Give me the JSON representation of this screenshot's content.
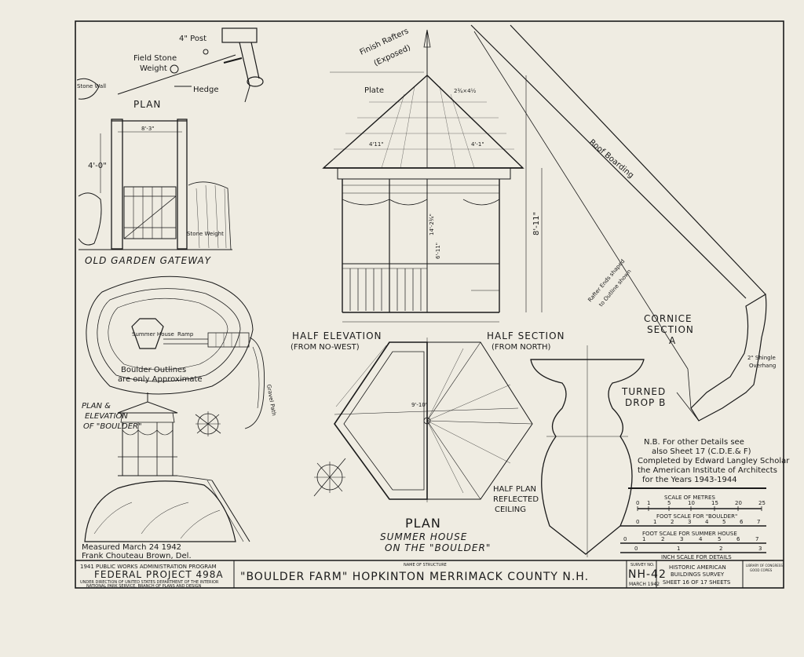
{
  "labels": {
    "post": "4\" Post",
    "field_stone": "Field Stone",
    "weight": "Weight",
    "stone_wall": "Stone Wall",
    "hedge": "Hedge",
    "plan_small": "PLAN",
    "dim_8_3": "8'-3\"",
    "dim_4_0": "4'-0\"",
    "stone_weight": "Stone Weight",
    "gateway_title": "OLD GARDEN GATEWAY",
    "summer_house": "Summer House",
    "ramp": "Ramp",
    "boulder_note_1": "Boulder Outlines",
    "boulder_note_2": "are only Approximate",
    "gravel_path": "Gravel Path",
    "boulder_plan_1": "PLAN &",
    "boulder_plan_2": "ELEVATION",
    "boulder_plan_3": "OF \"BOULDER\"",
    "measured": "Measured March 24 1942",
    "delineator": "Frank Chouteau Brown, Del.",
    "finish_rafters_1": "Finish Rafters",
    "finish_rafters_2": "(Exposed)",
    "plate": "Plate",
    "rafter_size": "2¾×4½",
    "dim_4_11": "4'11\"",
    "dim_4_1": "4'-1\"",
    "dim_6_11": "6'-11\"",
    "dim_14_24": "14'-2¾\"",
    "dim_8_11": "8'-11\"",
    "dim_9_10": "9'-10\"",
    "half_elev_1": "HALF ELEVATION",
    "half_elev_2": "(FROM NO-WEST)",
    "half_sect_1": "HALF SECTION",
    "half_sect_2": "(FROM NORTH)",
    "roof_boarding": "Roof Boarding",
    "rafter_ends_1": "Rafter Ends shaped",
    "rafter_ends_2": "to Outline shown",
    "cornice_1": "CORNICE",
    "cornice_2": "SECTION",
    "cornice_3": "A",
    "shingle_1": "2\" Shingle",
    "shingle_2": "Overhang",
    "turned_drop_1": "TURNED",
    "turned_drop_2": "DROP B",
    "half_plan_1": "HALF PLAN",
    "half_plan_2": "REFLECTED",
    "half_plan_3": "CEILING",
    "plan_main": "PLAN",
    "summer_house_main": "SUMMER HOUSE",
    "on_boulder": "ON THE \"BOULDER\"",
    "nb_1": "N.B. For other Details see",
    "nb_2": "also Sheet 17 (C.D.E.& F)",
    "nb_3": "Completed by Edward Langley Scholar",
    "nb_4": "the American Institute of Architects",
    "nb_5": "for the Years 1943-1944",
    "scale_metres": "SCALE OF METRES",
    "scale_boulder": "FOOT SCALE FOR \"BOULDER\"",
    "scale_summer": "FOOT SCALE FOR SUMMER HOUSE",
    "scale_inch": "INCH SCALE FOR DETAILS"
  },
  "title_block": {
    "program": "1941 PUBLIC WORKS ADMINISTRATION PROGRAM",
    "project": "FEDERAL PROJECT 498A",
    "direction_1": "UNDER DIRECTION OF UNITED STATES DEPARTMENT OF THE INTERIOR",
    "direction_2": "NATIONAL PARK SERVICE, BRANCH OF PLANS AND DESIGN",
    "name_label": "NAME OF STRUCTURE",
    "structure": "\"BOULDER FARM\" HOPKINTON MERRIMACK COUNTY N.H.",
    "survey_label": "SURVEY NO.",
    "survey_no": "NH-42",
    "survey_date": "MARCH 1942",
    "habs_1": "HISTORIC AMERICAN",
    "habs_2": "BUILDINGS SURVEY",
    "sheet": "SHEET 16 OF 17 SHEETS",
    "loc_1": "LIBRARY OF CONGRESS",
    "loc_2": "GOOD COPIES"
  },
  "scales": {
    "metres_ticks": [
      "0",
      "1",
      "5",
      "10",
      "15",
      "20",
      "25"
    ],
    "boulder_ticks": [
      "0",
      "1",
      "2",
      "3",
      "4",
      "5",
      "6",
      "7"
    ],
    "summer_ticks": [
      "0",
      "1",
      "2",
      "3",
      "4",
      "5",
      "6",
      "7"
    ],
    "inch_ticks": [
      "0",
      "1",
      "2",
      "3"
    ]
  },
  "colors": {
    "paper": "#efece2",
    "ink": "#1a1a1a"
  }
}
